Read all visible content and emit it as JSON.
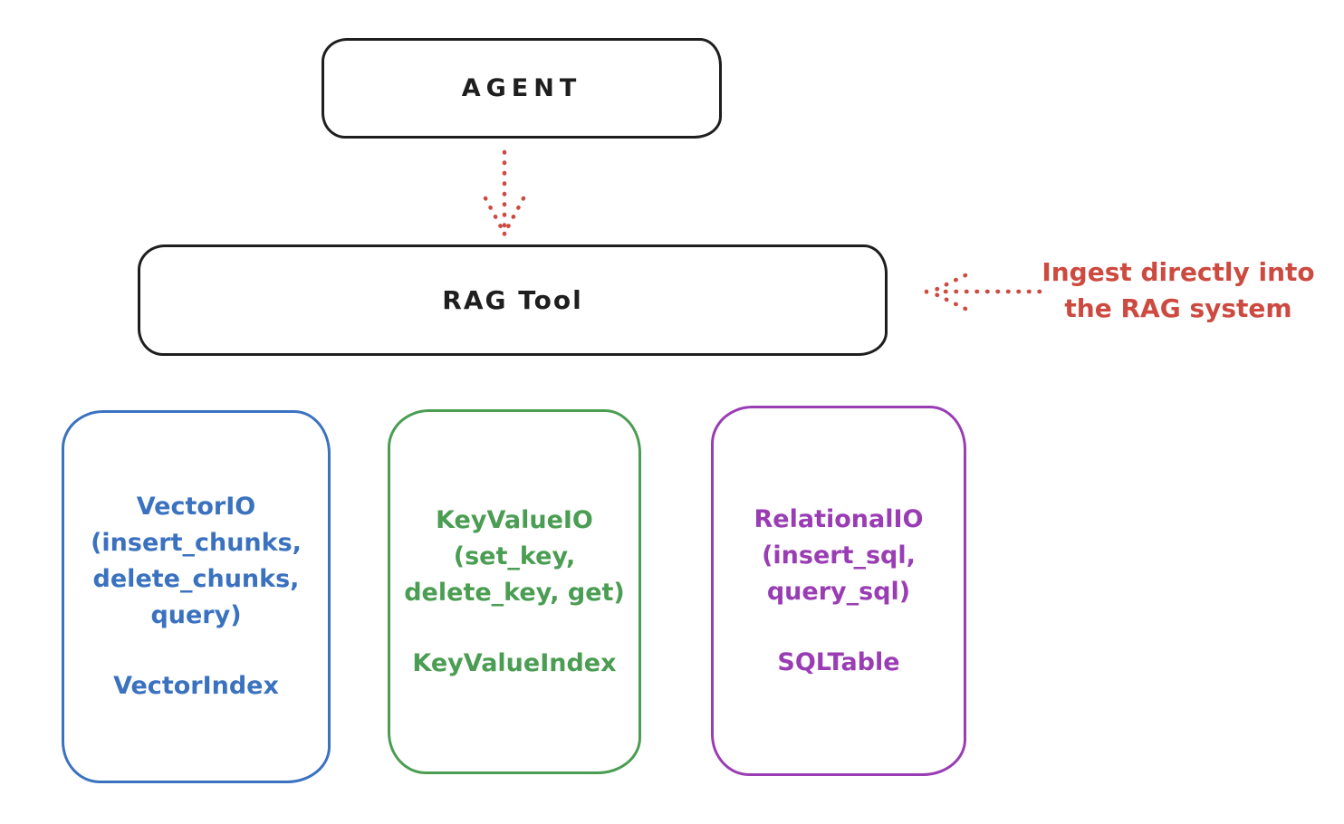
{
  "colors": {
    "background": "#ffffff",
    "ink": "#1e1e1e",
    "red": "#cd4a40",
    "blue": "#3a72c0",
    "green": "#4a9d52",
    "purple": "#9a3db4"
  },
  "diagram": {
    "agent": {
      "label": "AGENT"
    },
    "rag_tool": {
      "label": "RAG Tool"
    },
    "annotation": {
      "line1": "Ingest directly into",
      "line2": "the RAG system",
      "color": "#cd4a40"
    },
    "arrows": [
      {
        "id": "agent-to-rag-tool",
        "style": "dotted",
        "color": "#cd4a40",
        "direction": "down"
      },
      {
        "id": "annotation-to-rag-tool",
        "style": "dotted",
        "color": "#cd4a40",
        "direction": "left"
      }
    ],
    "backends": [
      {
        "id": "vector-io",
        "color": "#3a72c0",
        "title": "VectorIO",
        "params": [
          "(insert_chunks,",
          "delete_chunks,",
          "query)"
        ],
        "index": "VectorIndex"
      },
      {
        "id": "keyvalue-io",
        "color": "#4a9d52",
        "title": "KeyValueIO",
        "params": [
          "(set_key,",
          "delete_key, get)"
        ],
        "index": "KeyValueIndex"
      },
      {
        "id": "relational-io",
        "color": "#9a3db4",
        "title": "RelationalIO",
        "params": [
          "(insert_sql,",
          "query_sql)"
        ],
        "index": "SQLTable"
      }
    ]
  }
}
